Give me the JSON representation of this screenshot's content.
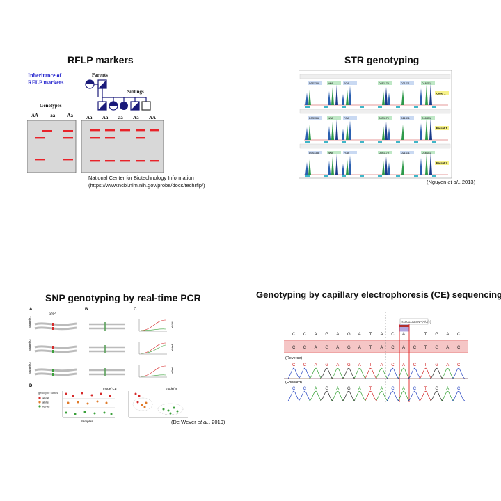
{
  "rflp": {
    "title": "RFLP markers",
    "inheritance_line1": "Inheritance of",
    "inheritance_line2": "RFLP markers",
    "parents_label": "Parents",
    "siblings_label": "Siblings",
    "genotypes_label": "Genotypes",
    "left_genotypes": [
      "AA",
      "aa",
      "Aa"
    ],
    "right_genotypes": [
      "Aa",
      "Aa",
      "aa",
      "Aa",
      "AA"
    ],
    "source_line1": "National Center for Biotechnology Information",
    "source_line2": "(https://www.ncbi.nlm.nih.gov/probe/docs/techrflp/)",
    "band_color": "#e8232a"
  },
  "str": {
    "title": "STR genotyping",
    "markers": [
      "D3S1358",
      "vWA",
      "FGA",
      "D8S1179",
      "D21S11",
      "D18S51"
    ],
    "panels": [
      "Child 1",
      "Parent 1",
      "Parent 2"
    ],
    "cite_authors": "Nguyen",
    "cite_etal": "et al.",
    "cite_year": ", 2013)",
    "cite_open": "("
  },
  "snp": {
    "title": "SNP genotyping by real-time PCR",
    "panel_a": "A",
    "panel_b": "B",
    "panel_c": "C",
    "panel_d": "D",
    "snp_label": "SNP",
    "samples": [
      "Sample1",
      "Sample2",
      "Sample3"
    ],
    "alleles": [
      "alt/alt",
      "alt/ref",
      "ref/ref"
    ],
    "status_title": "genotype status",
    "legend": [
      "alt/alt",
      "alt/ref",
      "ref/ref"
    ],
    "model1": "model CE",
    "model2": "model X",
    "x_label": "Samples",
    "cite_open": "(De Wever ",
    "cite_etal": "et al.",
    "cite_year": ", 2019)"
  },
  "ce": {
    "title": "Genotyping by capillary electrophoresis (CE) sequencing",
    "snp_tag": "rs1801133 SNP[A/C/T]",
    "ref_seq": [
      "C",
      "C",
      "A",
      "G",
      "A",
      "G",
      "A",
      "T",
      "A",
      "C",
      "A",
      "",
      "T",
      "G",
      "A",
      "C"
    ],
    "seq_row2": [
      "C",
      "C",
      "A",
      "G",
      "A",
      "G",
      "A",
      "T",
      "A",
      "C",
      "A",
      "C",
      "T",
      "G",
      "A",
      "C"
    ],
    "reverse_label": "(Reverse)",
    "forward_label": "(Forward)",
    "reverse_seq": [
      "C",
      "C",
      "A",
      "G",
      "A",
      "G",
      "A",
      "T",
      "A",
      "C",
      "A",
      "C",
      "T",
      "G",
      "A",
      "C"
    ],
    "forward_seq": [
      "C",
      "C",
      "A",
      "G",
      "A",
      "G",
      "A",
      "T",
      "A",
      "C",
      "A",
      "C",
      "T",
      "G",
      "A",
      "C"
    ]
  }
}
